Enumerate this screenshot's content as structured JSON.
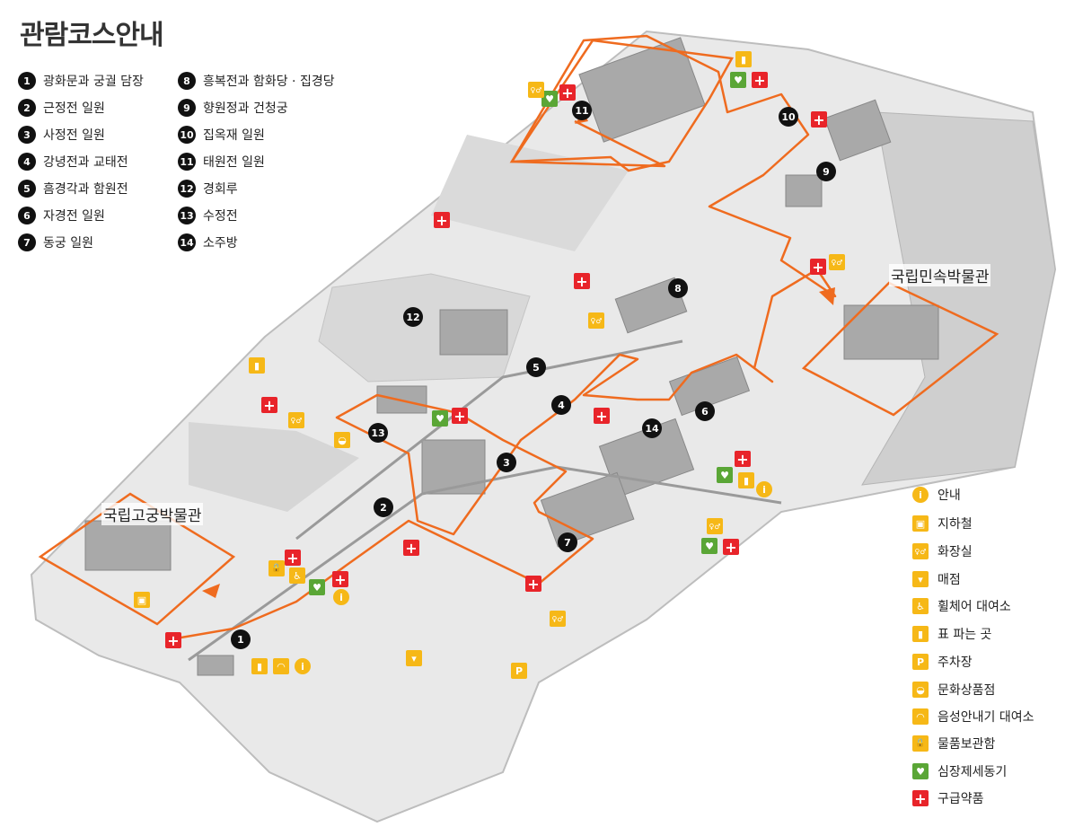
{
  "title": "관람코스안내",
  "course_items": [
    {
      "num": "1",
      "label": "광화문과 궁궐 담장"
    },
    {
      "num": "2",
      "label": "근정전 일원"
    },
    {
      "num": "3",
      "label": "사정전 일원"
    },
    {
      "num": "4",
      "label": "강녕전과 교태전"
    },
    {
      "num": "5",
      "label": "흠경각과 함원전"
    },
    {
      "num": "6",
      "label": "자경전 일원"
    },
    {
      "num": "7",
      "label": "동궁 일원"
    },
    {
      "num": "8",
      "label": "흥복전과 함화당 · 집경당"
    },
    {
      "num": "9",
      "label": "향원정과 건청궁"
    },
    {
      "num": "10",
      "label": "집옥재 일원"
    },
    {
      "num": "11",
      "label": "태원전 일원"
    },
    {
      "num": "12",
      "label": "경회루"
    },
    {
      "num": "13",
      "label": "수정전"
    },
    {
      "num": "14",
      "label": "소주방"
    }
  ],
  "map_labels": {
    "palace_museum": "국립고궁박물관",
    "folk_museum": "국립민속박물관"
  },
  "legend": [
    {
      "icon": "info-icon",
      "label": "안내"
    },
    {
      "icon": "subway-icon",
      "label": "지하철"
    },
    {
      "icon": "restroom-icon",
      "label": "화장실"
    },
    {
      "icon": "shop-icon",
      "label": "매점"
    },
    {
      "icon": "wheelchair-icon",
      "label": "휠체어 대여소"
    },
    {
      "icon": "ticket-icon",
      "label": "표 파는 곳"
    },
    {
      "icon": "parking-icon",
      "label": "주차장"
    },
    {
      "icon": "gift-shop-icon",
      "label": "문화상품점"
    },
    {
      "icon": "audio-guide-icon",
      "label": "음성안내기 대여소"
    },
    {
      "icon": "locker-icon",
      "label": "물품보관함"
    },
    {
      "icon": "aed-icon",
      "label": "심장제세동기"
    },
    {
      "icon": "first-aid-icon",
      "label": "구급약품"
    }
  ],
  "glyphs": {
    "info": "i",
    "subway": "▣",
    "restroom": "♀♂",
    "shop": "▾",
    "wheelchair": "♿",
    "ticket": "▮",
    "parking": "P",
    "gift": "◒",
    "audio": "◠",
    "locker": "🔒",
    "aed": "♥",
    "first_aid": "+"
  },
  "colors": {
    "route": "#ef6b1f",
    "map_ground": "#e4e4e4",
    "map_edge": "#bdbdbd",
    "trees": "#b8b8b8",
    "marker": "#111111",
    "first_aid": "#e8242a",
    "aed": "#5aa636",
    "facility": "#f6b817"
  }
}
